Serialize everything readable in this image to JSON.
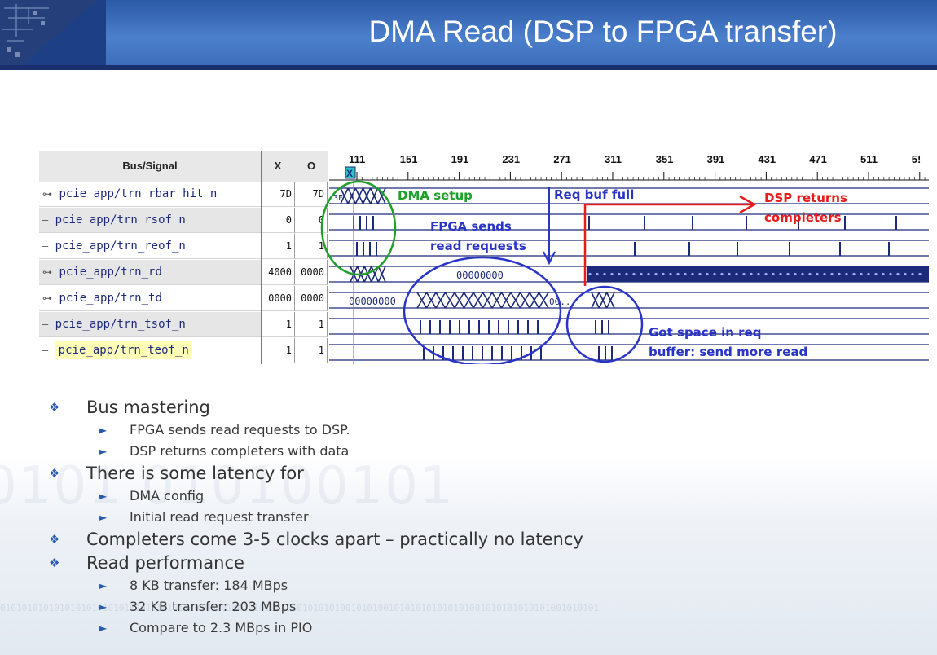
{
  "slide": {
    "title": "DMA Read (DSP to FPGA transfer)"
  },
  "waveform": {
    "headers": {
      "signal": "Bus/Signal",
      "x": "X",
      "o": "O"
    },
    "ticks": [
      "111",
      "151",
      "191",
      "231",
      "271",
      "311",
      "351",
      "391",
      "431",
      "471",
      "511",
      "5!"
    ],
    "signals": [
      {
        "name": "pcie_app/trn_rbar_hit_n",
        "x": "7D",
        "o": "7D",
        "bus": true
      },
      {
        "name": "pcie_app/trn_rsof_n",
        "x": "0",
        "o": "0",
        "bus": false
      },
      {
        "name": "pcie_app/trn_reof_n",
        "x": "1",
        "o": "1",
        "bus": false
      },
      {
        "name": "pcie_app/trn_rd",
        "x": "4000",
        "o": "0000",
        "bus": true
      },
      {
        "name": "pcie_app/trn_td",
        "x": "0000",
        "o": "0000",
        "bus": true
      },
      {
        "name": "pcie_app/trn_tsof_n",
        "x": "1",
        "o": "1",
        "bus": false
      },
      {
        "name": "pcie_app/trn_teof_n",
        "x": "1",
        "o": "1",
        "bus": false
      }
    ],
    "bus_values": {
      "rbar_start": "3F",
      "rd_mid": "00000000",
      "td_start": "00000000",
      "td_tail": "00..."
    },
    "annotations": {
      "dma_setup": "DMA setup",
      "req_buf_full": "Req buf full",
      "fpga_sends_1": "FPGA sends",
      "fpga_sends_2": "read requests",
      "dsp_returns_1": "DSP returns",
      "dsp_returns_2": "completers",
      "got_space_1": "Got space in req",
      "got_space_2": "buffer: send more read"
    },
    "colors": {
      "green": "#1fa02a",
      "blue": "#2a35c8",
      "red": "#e81c1c",
      "wave": "#1d2a7a"
    }
  },
  "bullets": [
    {
      "text": "Bus mastering",
      "sub": [
        "FPGA sends read requests to DSP.",
        "DSP returns completers with data"
      ]
    },
    {
      "text": "There is some latency for",
      "sub": [
        "DMA config",
        "Initial read request transfer"
      ]
    },
    {
      "text": "Completers come 3-5 clocks apart – practically no latency",
      "sub": []
    },
    {
      "text": "Read performance",
      "sub": [
        "8 KB transfer: 184 MBps",
        "32 KB transfer: 203 MBps",
        "Compare to 2.3 MBps in PIO"
      ]
    }
  ],
  "background": {
    "digits": "0101 010100101",
    "bits": "010101010101010101010101010101010101010010100101010010101010101001010100101010101010101001010101010101001010101"
  }
}
